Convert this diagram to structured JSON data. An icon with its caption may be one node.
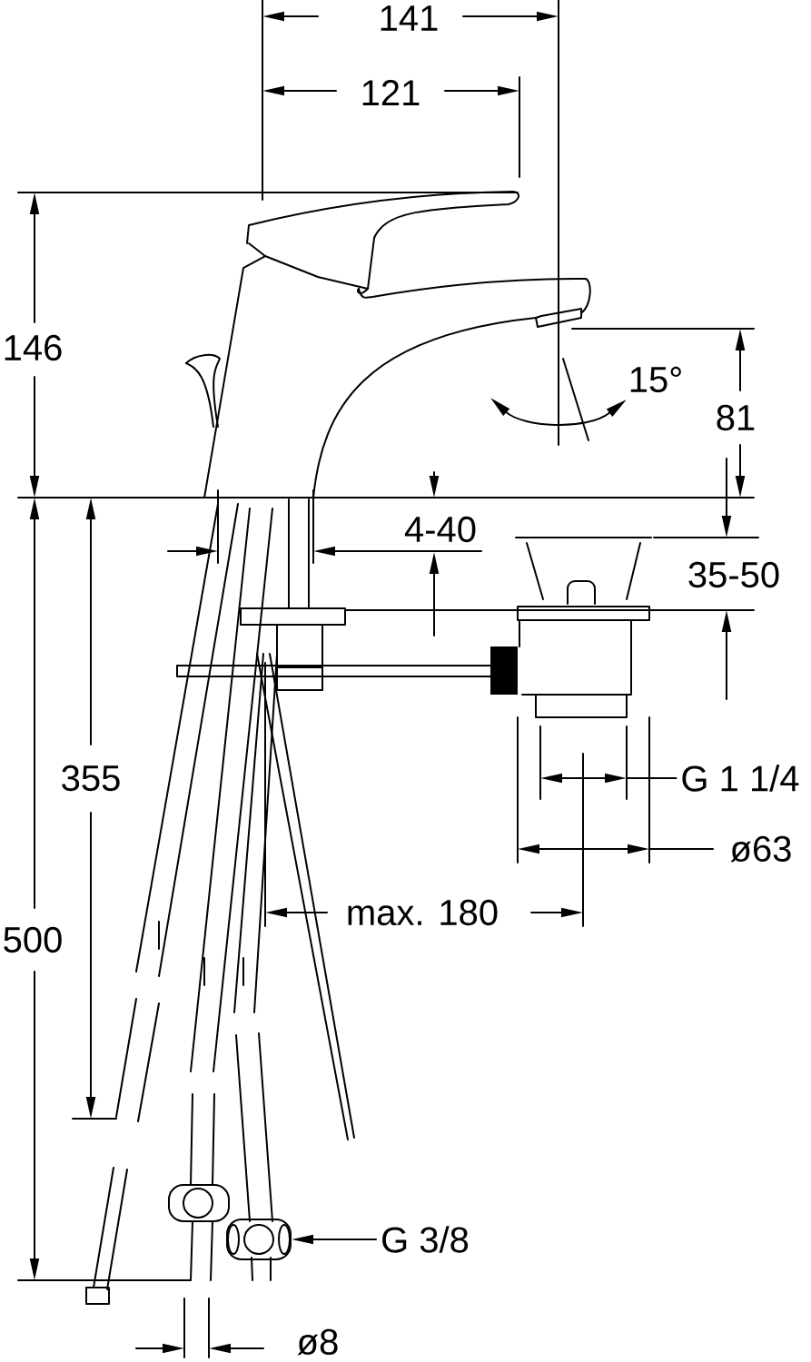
{
  "diagram": {
    "nodes": [
      {
        "text": [
          "G 3/8"
        ]
      },
      {
        "text": [],
        "shape": "nut"
      }
    ],
    "edges": [
      {
        "from": 0,
        "to": 1,
        "arrow": "to"
      }
    ],
    "labels": [
      "141",
      "121",
      "146",
      "15°",
      "81",
      "4-40",
      "35-50",
      "G 1 1/4",
      "355",
      "ø63",
      "max. 180",
      "500",
      "ø8"
    ]
  }
}
